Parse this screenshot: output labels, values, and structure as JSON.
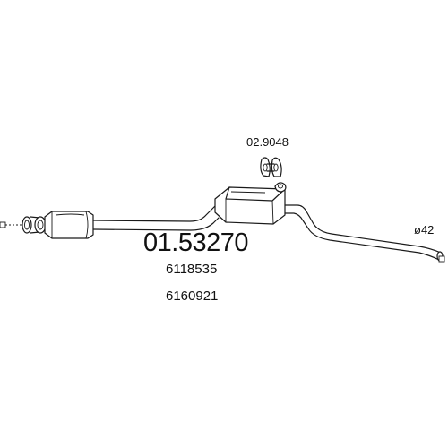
{
  "diagram": {
    "part_number": "01.53270",
    "reference_numbers": [
      "6118535",
      "6160921"
    ],
    "hanger_code": "02.9048",
    "diameter_label": "ø42",
    "colors": {
      "line": "#1a1a1a",
      "background": "#ffffff"
    }
  }
}
